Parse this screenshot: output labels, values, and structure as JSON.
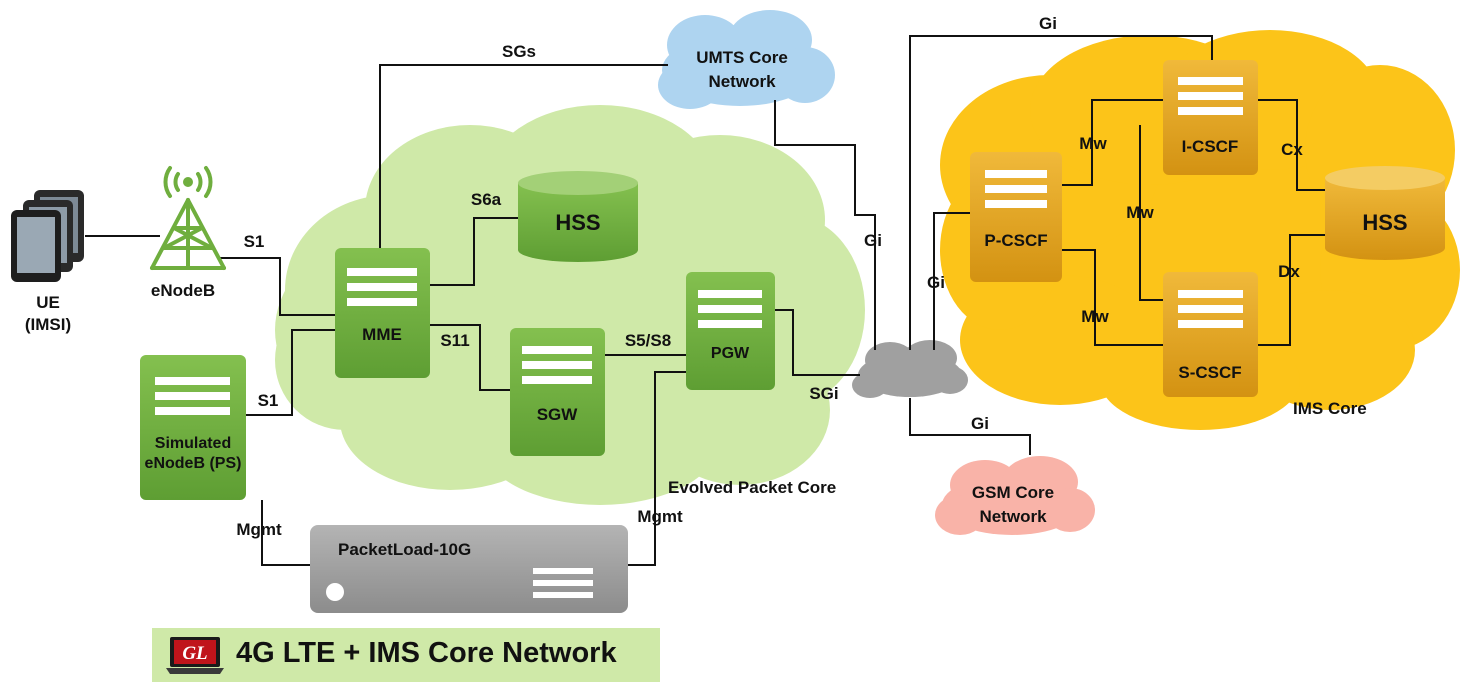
{
  "nodes": {
    "ue": "UE",
    "ue_id": "(IMSI)",
    "enodeb": "eNodeB",
    "sim_enodeb_1": "Simulated",
    "sim_enodeb_2": "eNodeB (PS)",
    "mme": "MME",
    "hss_epc": "HSS",
    "sgw": "SGW",
    "pgw": "PGW",
    "umts_1": "UMTS Core",
    "umts_2": "Network",
    "gsm_1": "GSM Core",
    "gsm_2": "Network",
    "pcscf": "P-CSCF",
    "icscf": "I-CSCF",
    "scscf": "S-CSCF",
    "hss_ims": "HSS",
    "packetload": "PacketLoad-10G"
  },
  "clouds": {
    "epc": "Evolved Packet Core",
    "ims": "IMS Core"
  },
  "interfaces": {
    "s1_top": "S1",
    "s1_bottom": "S1",
    "sgs": "SGs",
    "s6a": "S6a",
    "s11": "S11",
    "s5s8": "S5/S8",
    "sgi": "SGi",
    "gi_umts": "Gi",
    "gi_top": "Gi",
    "gi_pcscf": "Gi",
    "gi_gsm": "Gi",
    "mw_1": "Mw",
    "mw_2": "Mw",
    "mw_3": "Mw",
    "cx": "Cx",
    "dx": "Dx",
    "mgmt_left": "Mgmt",
    "mgmt_right": "Mgmt"
  },
  "footer": {
    "logo": "GL",
    "title": "4G LTE + IMS Core Network"
  },
  "colors": {
    "epc_cloud": "#cfe9a8",
    "ims_cloud": "#fcc419",
    "umts_cloud": "#aed4f0",
    "gsm_cloud": "#f9b3a8",
    "server_green": "#6fae3e",
    "server_gold": "#e3a21a"
  }
}
